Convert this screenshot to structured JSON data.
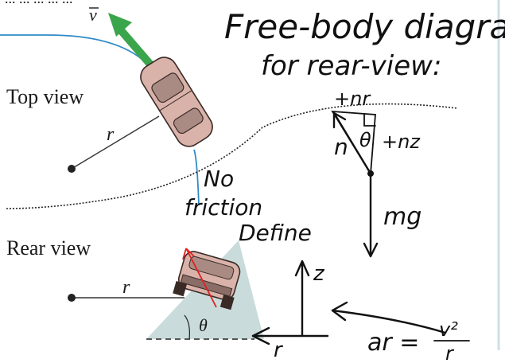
{
  "textbook": {
    "header_fragment": "... ... ... ... ...",
    "velocity_label": "v",
    "top_view_label": "Top view",
    "radius_label_top": "r",
    "rear_view_label": "Rear view",
    "radius_label_rear": "r",
    "angle_label": "θ"
  },
  "annotations": {
    "title_line1": "Free-body diagram",
    "title_line2": "for rear-view:",
    "normal_vertical": "+nr",
    "normal_label": "n",
    "normal_horizontal": "+nz",
    "angle_mark": "θ",
    "weight_label": "mg",
    "no_friction_line1": "No",
    "no_friction_line2": "friction",
    "define_label": "Define",
    "z_axis_label": "z",
    "r_axis_label": "r",
    "accel_lhs": "ar =",
    "accel_num": "v²",
    "accel_den": "r"
  },
  "colors": {
    "velocity_arrow": "#3aa54a",
    "track_line": "#2f8bc6",
    "car_body": "#d9b3aa",
    "ramp": "#c9dcdb",
    "red_arrow": "#e02020",
    "ink": "#111111",
    "panel_border": "#cfe0e6"
  }
}
